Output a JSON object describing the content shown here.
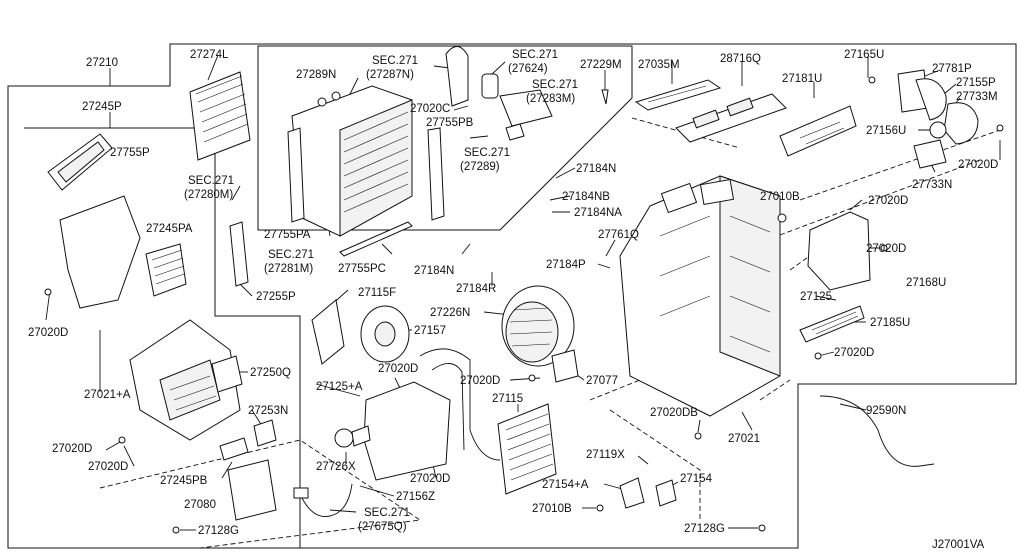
{
  "diagram_code": "J27001VA",
  "labels": {
    "p27210": "27210",
    "p27245P": "27245P",
    "p27274L": "27274L",
    "p27289N": "27289N",
    "sec271_287n_a": "SEC.271",
    "sec271_287n_b": "(27287N)",
    "sec271_624_a": "SEC.271",
    "sec271_624_b": "(27624)",
    "sec271_283m_a": "SEC.271",
    "sec271_283m_b": "(27283M)",
    "p27229M": "27229M",
    "p27035M": "27035M",
    "p28716Q": "28716Q",
    "p27165U": "27165U",
    "p27781P": "27781P",
    "p27155P": "27155P",
    "p27733M": "27733M",
    "p27181U": "27181U",
    "p27156U": "27156U",
    "p27020D_r1": "27020D",
    "p27733N": "27733N",
    "p27755P": "27755P",
    "p27020C": "27020C",
    "p27755PB": "27755PB",
    "sec271_289_a": "SEC.271",
    "sec271_289_b": "(27289)",
    "p27184N_top": "27184N",
    "p27184NB": "27184NB",
    "p27184NA": "27184NA",
    "p27010B_top": "27010B",
    "p27020D_r2": "27020D",
    "sec271_280m_a": "SEC.271",
    "sec271_280m_b": "(27280M)",
    "p27245PA": "27245PA",
    "p27755PA": "27755PA",
    "sec271_281m_a": "SEC.271",
    "sec271_281m_b": "(27281M)",
    "p27755PC": "27755PC",
    "p27184N_mid": "27184N",
    "p27761Q": "27761Q",
    "p27184P": "27184P",
    "p27020D_r3": "27020D",
    "p27168U": "27168U",
    "p27184R": "27184R",
    "p27255P": "27255P",
    "p27115F": "27115F",
    "p27125": "27125",
    "p27185U": "27185U",
    "p27226N": "27226N",
    "p27157": "27157",
    "p27020D_l1": "27020D",
    "p27020D_r4": "27020D",
    "p27125A": "27125+A",
    "p27020D_c1": "27020D",
    "p27250Q": "27250Q",
    "p27021A": "27021+A",
    "p27020D_c2": "27020D",
    "p27077": "27077",
    "p27115": "27115",
    "p27253N": "27253N",
    "p92590N": "92590N",
    "p27020DB": "27020DB",
    "p27021": "27021",
    "p27020D_l2": "27020D",
    "p27020D_l3": "27020D",
    "p27119X": "27119X",
    "p27726X": "27726X",
    "p27020D_c3": "27020D",
    "p27245PB": "27245PB",
    "p27154A": "27154+A",
    "p27154": "27154",
    "p27156Z": "27156Z",
    "p27080": "27080",
    "sec271_675q_a": "SEC.271",
    "sec271_675q_b": "(27675Q)",
    "p27010B_bot": "27010B",
    "p27128G_l": "27128G",
    "p27128G_r": "27128G"
  }
}
